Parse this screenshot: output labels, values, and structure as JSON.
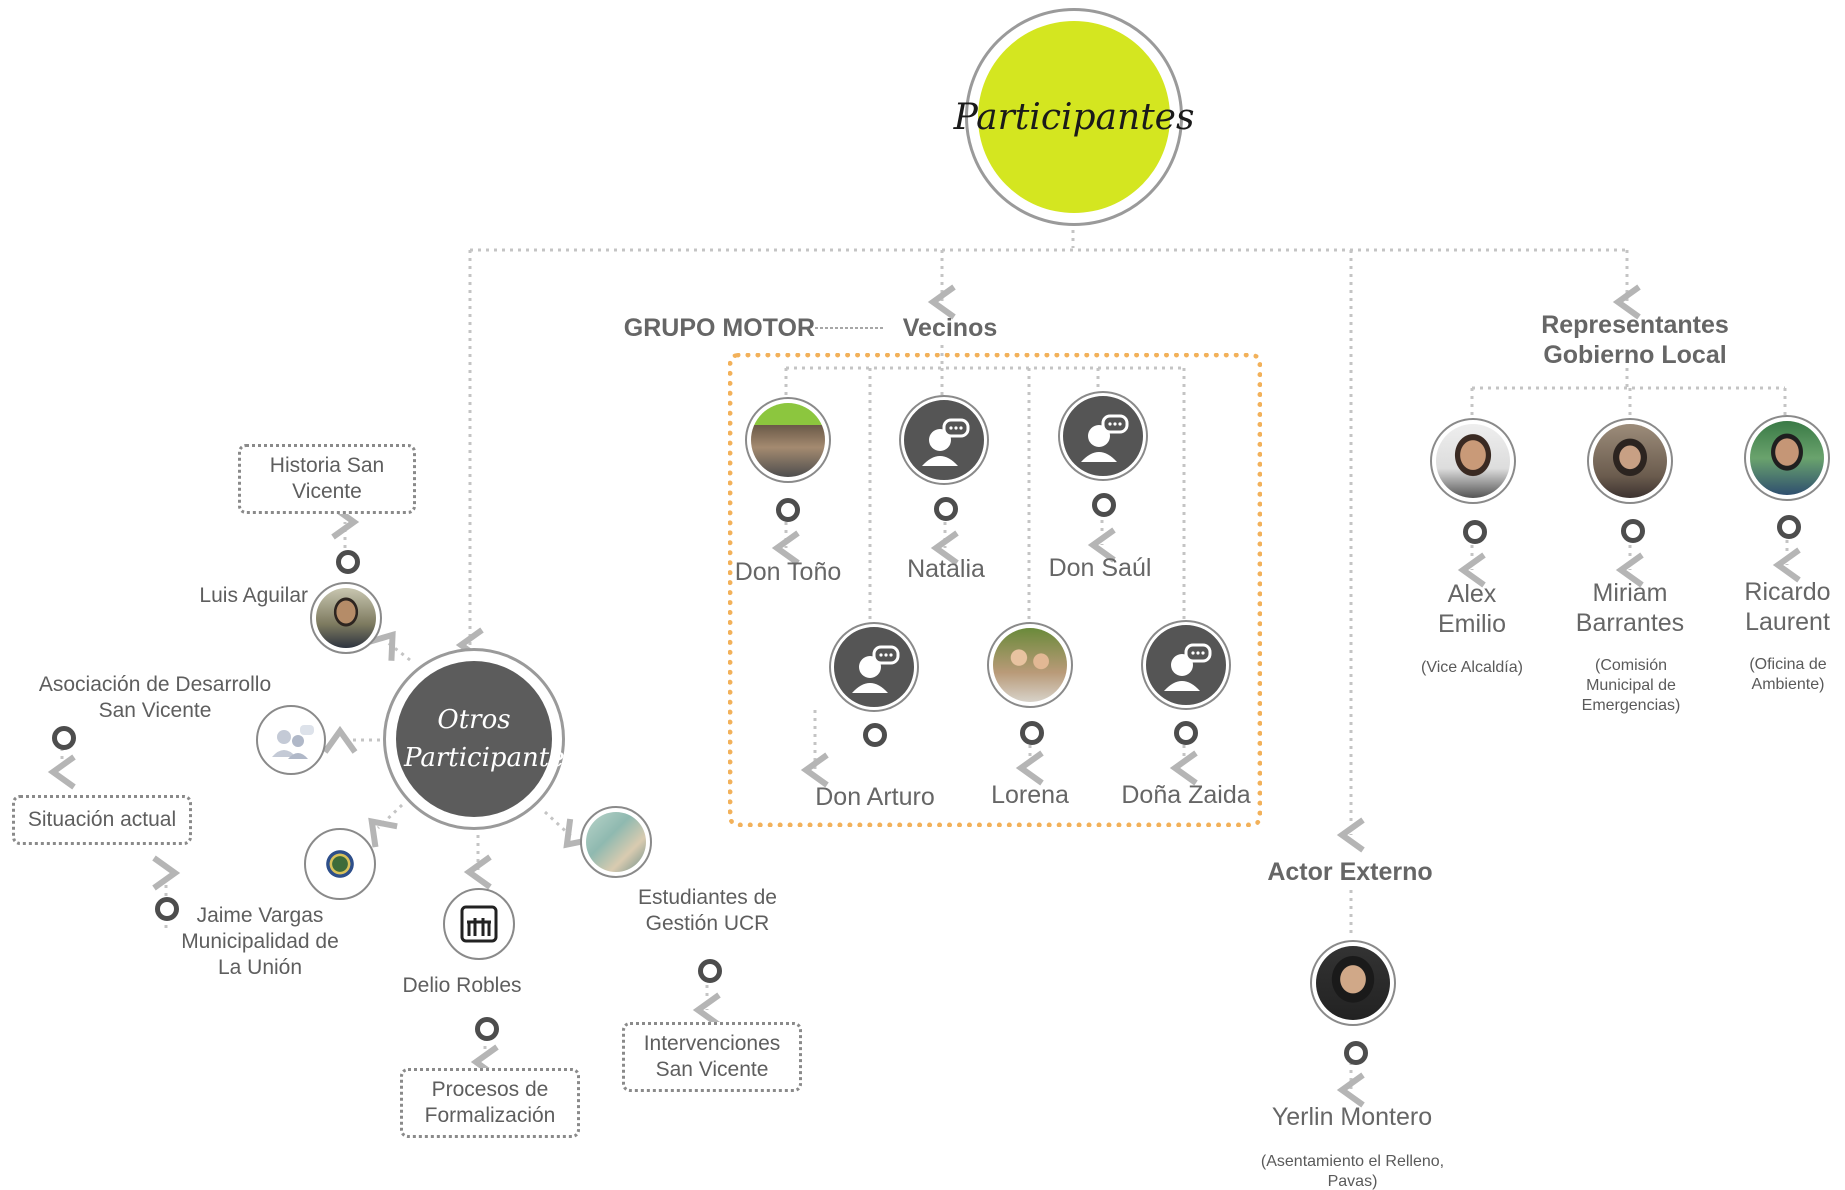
{
  "title": "Participantes",
  "otros": "Otros Participantes",
  "grupo_motor": "GRUPO MOTOR",
  "vecinos": "Vecinos",
  "representantes": "Representantes Gobierno Local",
  "actor_externo": "Actor Externo",
  "vecinos_list": {
    "don_tono": "Don Toño",
    "natalia": "Natalia",
    "don_saul": "Don Saúl",
    "don_arturo": "Don Arturo",
    "lorena": "Lorena",
    "dona_zaida": "Doña Zaida"
  },
  "gobierno": {
    "alex": "Alex Emilio",
    "alex_role": "(Vice Alcaldía)",
    "miriam": "Miriam Barrantes",
    "miriam_role": "(Comisión Municipal de Emergencias)",
    "ricardo": "Ricardo Laurent",
    "ricardo_role": "(Oficina de Ambiente)"
  },
  "externo": {
    "name": "Yerlin Montero",
    "role": "(Asentamiento el Relleno, Pavas)"
  },
  "otros_list": {
    "luis": "Luis Aguilar",
    "historia": "Historia San Vicente",
    "asociacion": "Asociación de Desarrollo San Vicente",
    "situacion": "Situación actual",
    "jaime": "Jaime Vargas Municipalidad de La Unión",
    "delio": "Delio Robles",
    "procesos": "Procesos de Formalización",
    "estudiantes": "Estudiantes de Gestión UCR",
    "intervenciones": "Intervenciones San Vicente"
  },
  "colors": {
    "lime": "#d4e620",
    "dark_grey": "#5c5c5c",
    "orange_dots": "#f2b15a",
    "line_grey": "#bdbdbd"
  }
}
